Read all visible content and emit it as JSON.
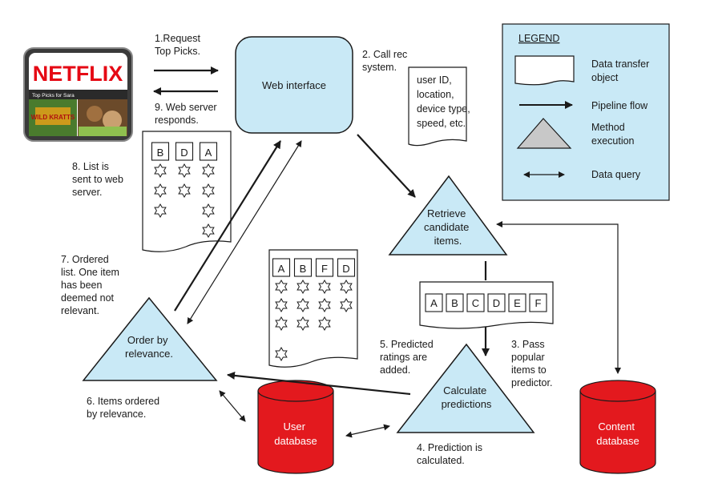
{
  "netflix": {
    "brand": "NETFLIX",
    "strip_text": "Top Picks for Sara",
    "tile_text": "WILD KRATTS"
  },
  "nodes": {
    "web_interface": "Web interface",
    "retrieve": [
      "Retrieve",
      "candidate",
      "items."
    ],
    "calculate": [
      "Calculate",
      "predictions"
    ],
    "order": [
      "Order by",
      "relevance."
    ],
    "user_db": [
      "User",
      "database"
    ],
    "content_db": [
      "Content",
      "database"
    ]
  },
  "dto_user_info": [
    "user ID,",
    "location,",
    "device type,",
    "speed, etc."
  ],
  "candidate_items": [
    "A",
    "B",
    "C",
    "D",
    "E",
    "F"
  ],
  "predicted_sheet": {
    "columns": [
      "A",
      "B",
      "F",
      "D"
    ],
    "stars": [
      3,
      3,
      3,
      2
    ],
    "extra_star_col": 0
  },
  "ordered_sheet": {
    "columns": [
      "B",
      "D",
      "A"
    ],
    "stars": [
      3,
      2,
      4
    ],
    "extra_star_col": 2
  },
  "step_labels": {
    "s1": [
      "1.Request",
      "Top Picks."
    ],
    "s2": [
      "2. Call rec",
      "system."
    ],
    "s3": [
      "3. Pass",
      "popular",
      "items to",
      "predictor."
    ],
    "s4": [
      "4. Prediction is",
      "calculated."
    ],
    "s5": [
      "5. Predicted",
      "ratings are",
      "added."
    ],
    "s6": [
      "6. Items ordered",
      "by relevance."
    ],
    "s7": [
      "7. Ordered",
      "list. One item",
      "has been",
      "deemed not",
      "relevant."
    ],
    "s8": [
      "8. List is",
      "sent to web",
      "server."
    ],
    "s9": [
      "9. Web server",
      "responds."
    ]
  },
  "legend": {
    "title": "LEGEND",
    "items": [
      {
        "label": [
          "Data transfer",
          "object"
        ],
        "icon": "document-icon"
      },
      {
        "label": [
          "Pipeline flow"
        ],
        "icon": "arrow-icon"
      },
      {
        "label": [
          "Method",
          "execution"
        ],
        "icon": "triangle-icon"
      },
      {
        "label": [
          "Data query"
        ],
        "icon": "double-arrow-icon"
      }
    ]
  },
  "colors": {
    "node_fill": "#c9e9f6",
    "db_fill": "#e3191e",
    "legend_fill": "#c9e9f6",
    "method_icon_fill": "#c8c8c8",
    "netflix_red": "#e50914"
  }
}
